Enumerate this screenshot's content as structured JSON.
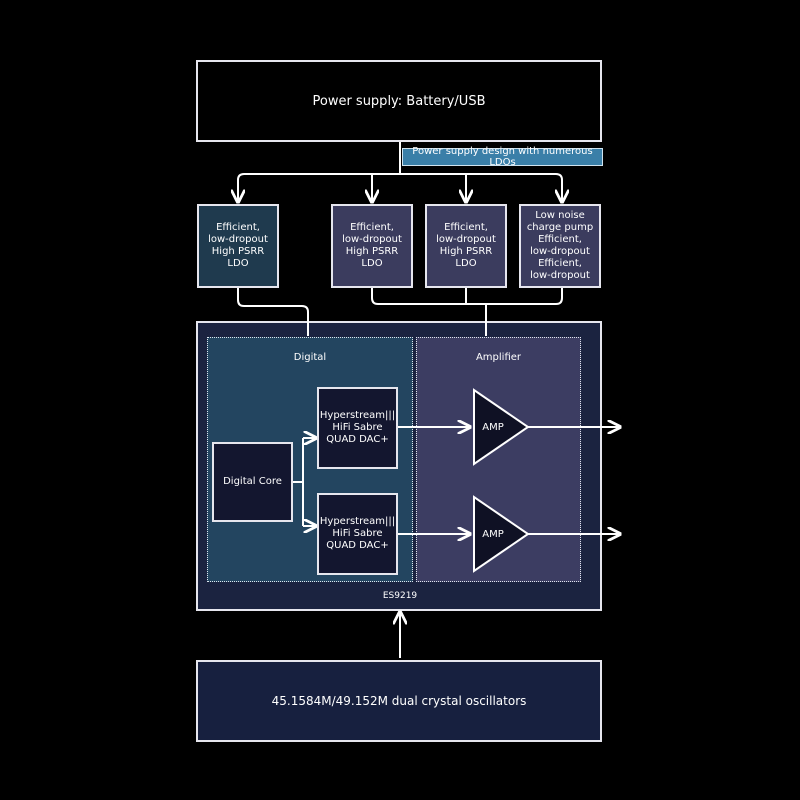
{
  "power_supply": "Power supply: Battery/USB",
  "ldo_note": "Power supply design with numerous LDOs",
  "ldos": [
    [
      "Efficient,",
      "low-dropout",
      "High PSRR LDO"
    ],
    [
      "Efficient,",
      "low-dropout",
      "High PSRR LDO"
    ],
    [
      "Efficient,",
      "low-dropout",
      "High PSRR LDO"
    ],
    [
      "Low noise",
      "charge pump",
      "Efficient,",
      "low-dropout",
      "Efficient,",
      "low-dropout"
    ]
  ],
  "digital_label": "Digital",
  "amplifier_label": "Amplifier",
  "digital_core": "Digital Core",
  "dac": [
    "Hyperstream|||",
    "HiFi Sabre",
    "QUAD DAC+"
  ],
  "amp": "AMP",
  "chip": "ES9219",
  "oscillator": "45.1584M/49.152M dual crystal oscillators",
  "colors": {
    "background": "#000000",
    "ldo_note_fill": "#3a7fa8",
    "ldo_teal": "#1f3a4e",
    "ldo_purple": "#3b3c5e",
    "chip_fill": "#1b2340",
    "digital_fill": "#234560",
    "amplifier_fill": "#3c3d62",
    "oscillator_fill": "#17203f"
  }
}
